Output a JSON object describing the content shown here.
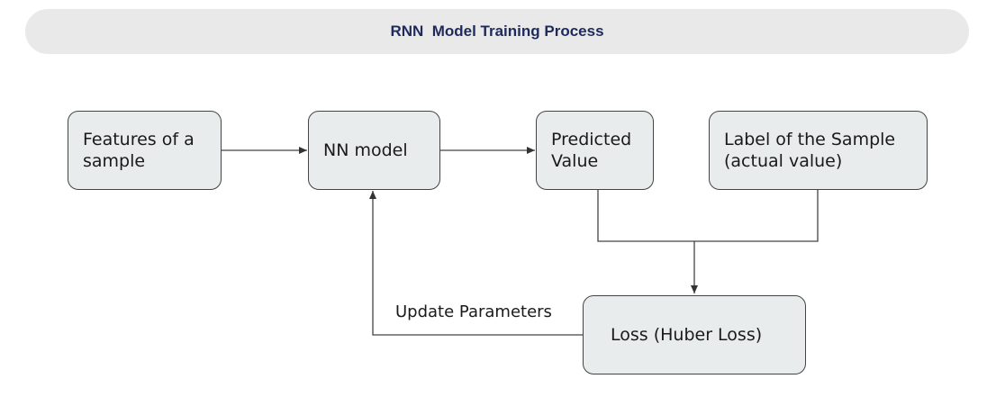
{
  "title": "RNN  Model Training Process",
  "nodes": {
    "features": "Features of a sample",
    "nn_model": "NN model",
    "predicted": "Predicted Value",
    "label": "Label of the Sample (actual value)",
    "loss": "Loss (Huber Loss)"
  },
  "edge_labels": {
    "update": "Update Parameters"
  },
  "colors": {
    "title_bar": "#e9e9e9",
    "title_text": "#1f2a5c",
    "node_fill": "#e9ecec",
    "stroke": "#444444"
  }
}
